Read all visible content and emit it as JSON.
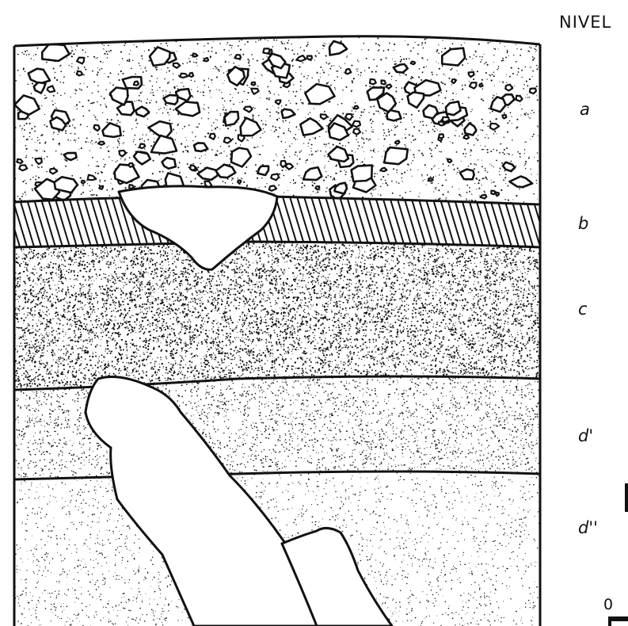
{
  "heading": "NIVEL",
  "layers": [
    {
      "id": "a",
      "label": "a",
      "pattern": "gravel-with-stones"
    },
    {
      "id": "b",
      "label": "b",
      "pattern": "diagonal-hatching"
    },
    {
      "id": "c",
      "label": "c",
      "pattern": "dense-speckle"
    },
    {
      "id": "d1",
      "label": "d'",
      "pattern": "medium-stipple"
    },
    {
      "id": "d2",
      "label": "d''",
      "pattern": "fine-stipple"
    }
  ],
  "scale": {
    "zero_label": "0"
  },
  "colors": {
    "ink": "#111111",
    "paper": "#ffffff"
  }
}
